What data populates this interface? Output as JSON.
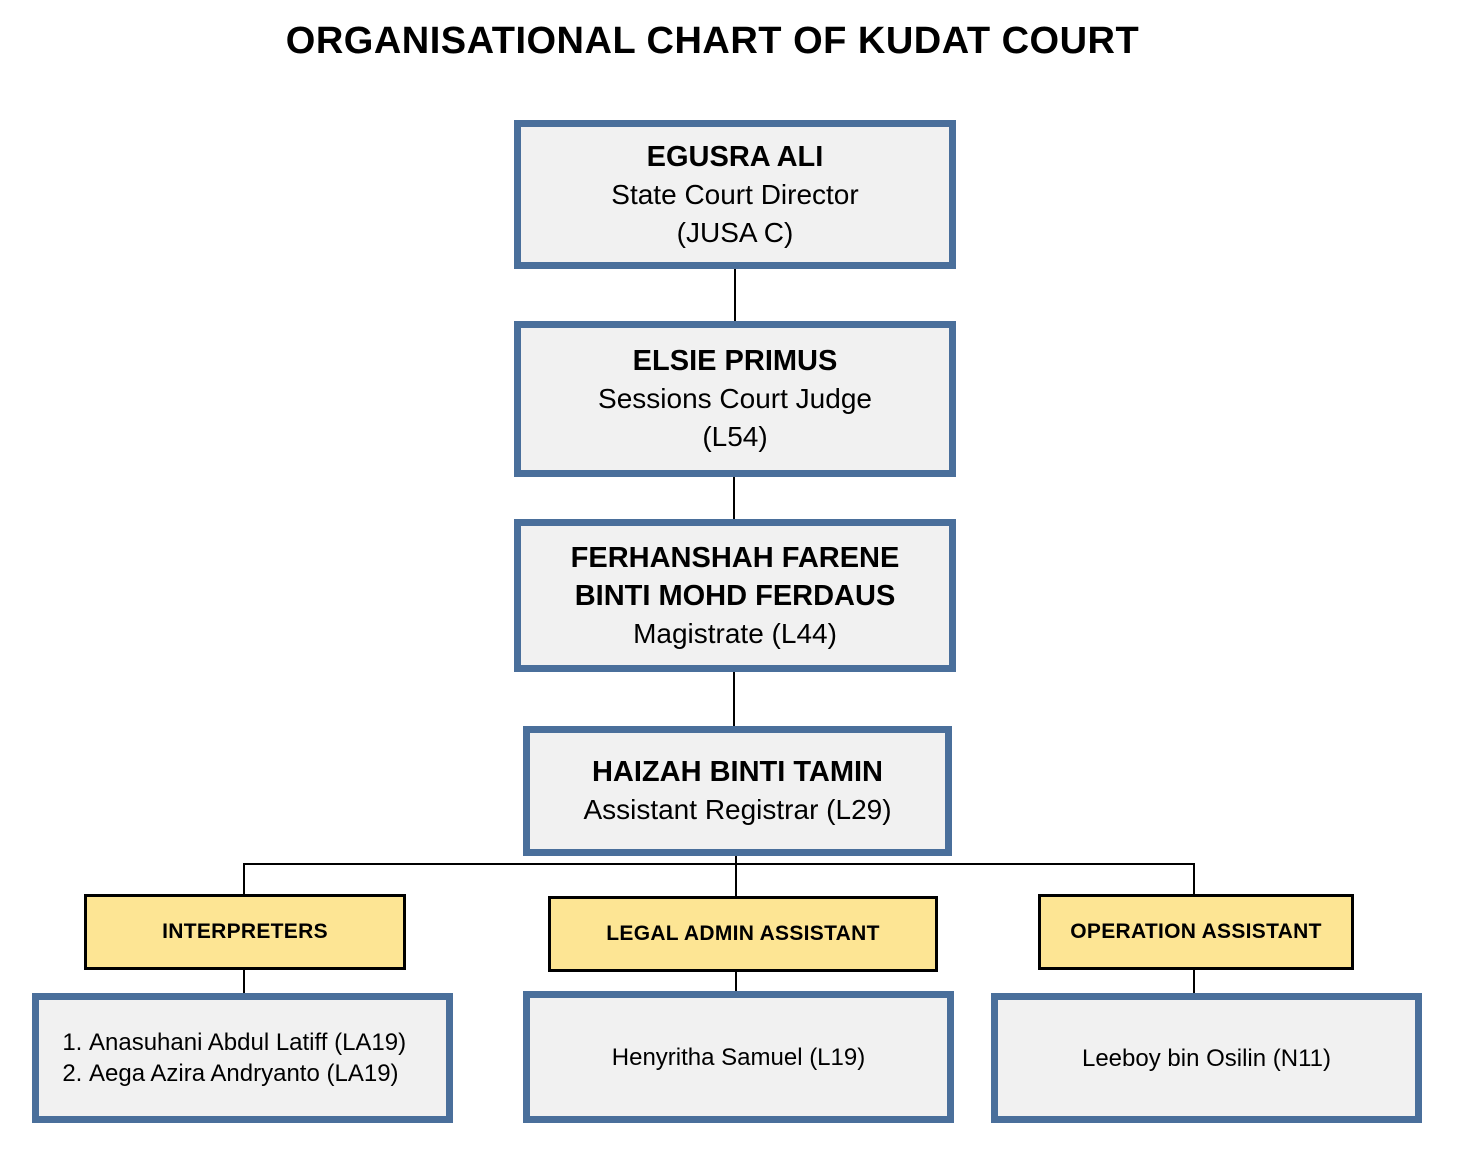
{
  "title": "ORGANISATIONAL CHART OF KUDAT COURT",
  "nodes": {
    "director": {
      "name": "EGUSRA ALI",
      "role": "State Court Director",
      "grade": "(JUSA C)"
    },
    "judge": {
      "name": "ELSIE PRIMUS",
      "role": "Sessions Court Judge",
      "grade": "(L54)"
    },
    "magistrate": {
      "name_line1": "FERHANSHAH FARENE",
      "name_line2": "BINTI MOHD FERDAUS",
      "role": "Magistrate (L44)"
    },
    "registrar": {
      "name": "HAIZAH BINTI TAMIN",
      "role": "Assistant Registrar (L29)"
    }
  },
  "units": [
    {
      "heading": "INTERPRETERS",
      "staff": [
        "Anasuhani Abdul Latiff (LA19)",
        "Aega Azira Andryanto (LA19)"
      ]
    },
    {
      "heading": "LEGAL ADMIN ASSISTANT",
      "staff": [
        "Henyritha Samuel (L19)"
      ]
    },
    {
      "heading": "OPERATION ASSISTANT",
      "staff": [
        "Leeboy bin Osilin (N11)"
      ]
    }
  ],
  "colors": {
    "box_border": "#4a6f9b",
    "box_fill": "#f1f1f1",
    "unit_fill": "#fde594"
  }
}
